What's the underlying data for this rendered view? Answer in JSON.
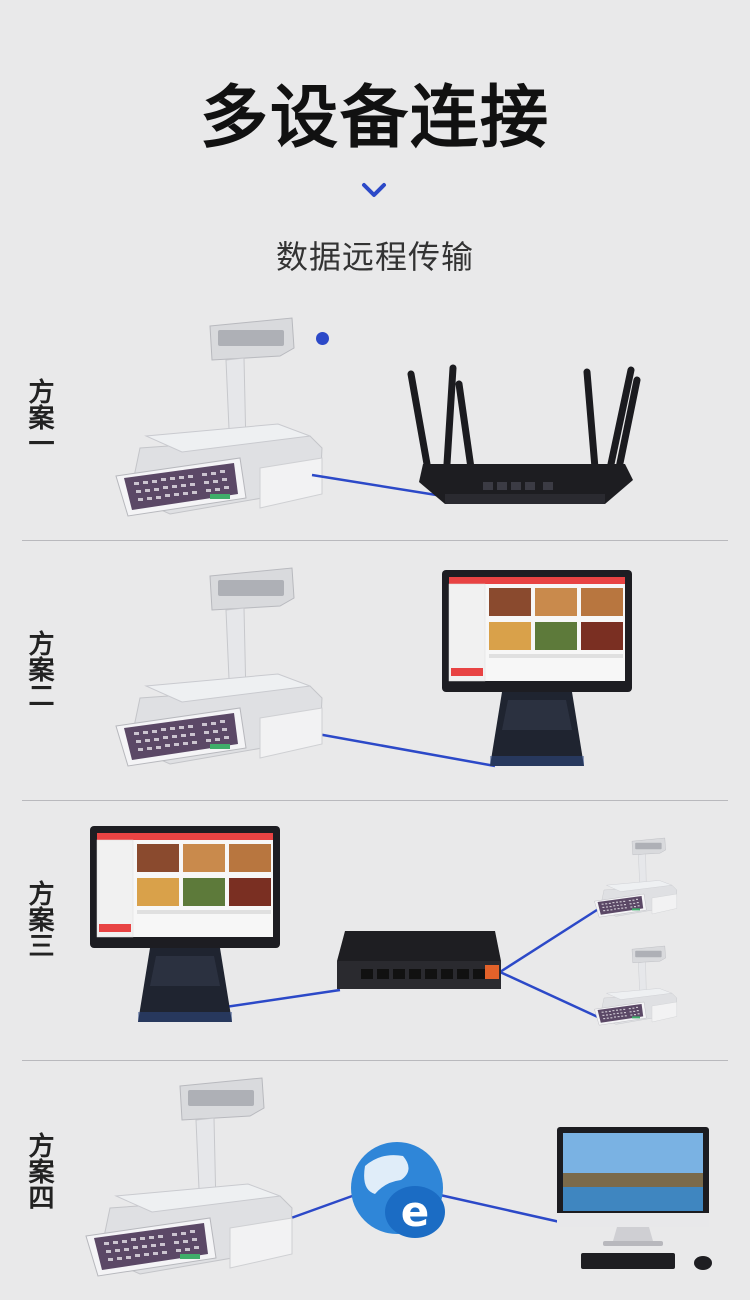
{
  "header": {
    "title": "多设备连接",
    "subtitle": "数据远程传输"
  },
  "plans": [
    {
      "label": "方案一"
    },
    {
      "label": "方案二"
    },
    {
      "label": "方案三"
    },
    {
      "label": "方案四"
    }
  ],
  "colors": {
    "connector": "#2c49c8",
    "screen_accent": "#e84343",
    "device_dark": "#1d1d22",
    "keypad": "#5b4866"
  },
  "icons": [
    "chevron-down-icon",
    "internet-explorer-icon"
  ]
}
